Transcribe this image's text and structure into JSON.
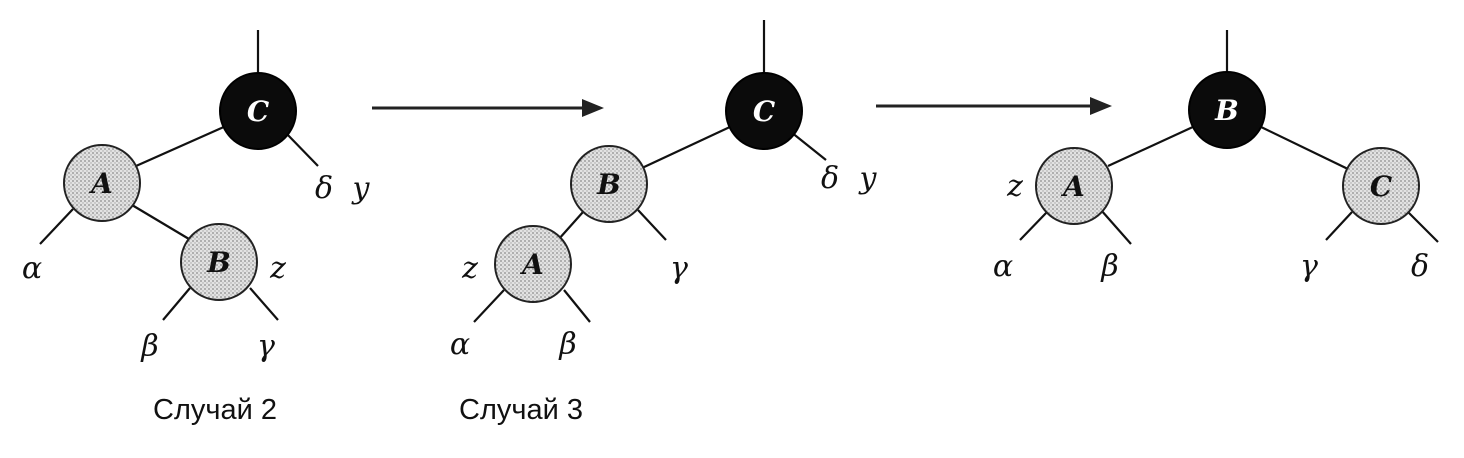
{
  "cases": [
    {
      "label": "Случай 2",
      "nodes": {
        "C": "C",
        "A": "A",
        "B": "B"
      },
      "labels": {
        "alpha": "α",
        "beta": "β",
        "gamma": "γ",
        "delta": "δ",
        "y": "y",
        "z": "z"
      }
    },
    {
      "label": "Случай 3",
      "nodes": {
        "C": "C",
        "B": "B",
        "A": "A"
      },
      "labels": {
        "alpha": "α",
        "beta": "β",
        "gamma": "γ",
        "delta": "δ",
        "y": "y",
        "z": "z"
      }
    },
    {
      "nodes": {
        "B": "B",
        "A": "A",
        "C": "C"
      },
      "labels": {
        "alpha": "α",
        "beta": "β",
        "gamma": "γ",
        "delta": "δ",
        "z": "z"
      }
    }
  ],
  "colors": {
    "black_node": "#0b0b0b",
    "red_node_pattern": "dotted gray",
    "edge": "#111111"
  }
}
